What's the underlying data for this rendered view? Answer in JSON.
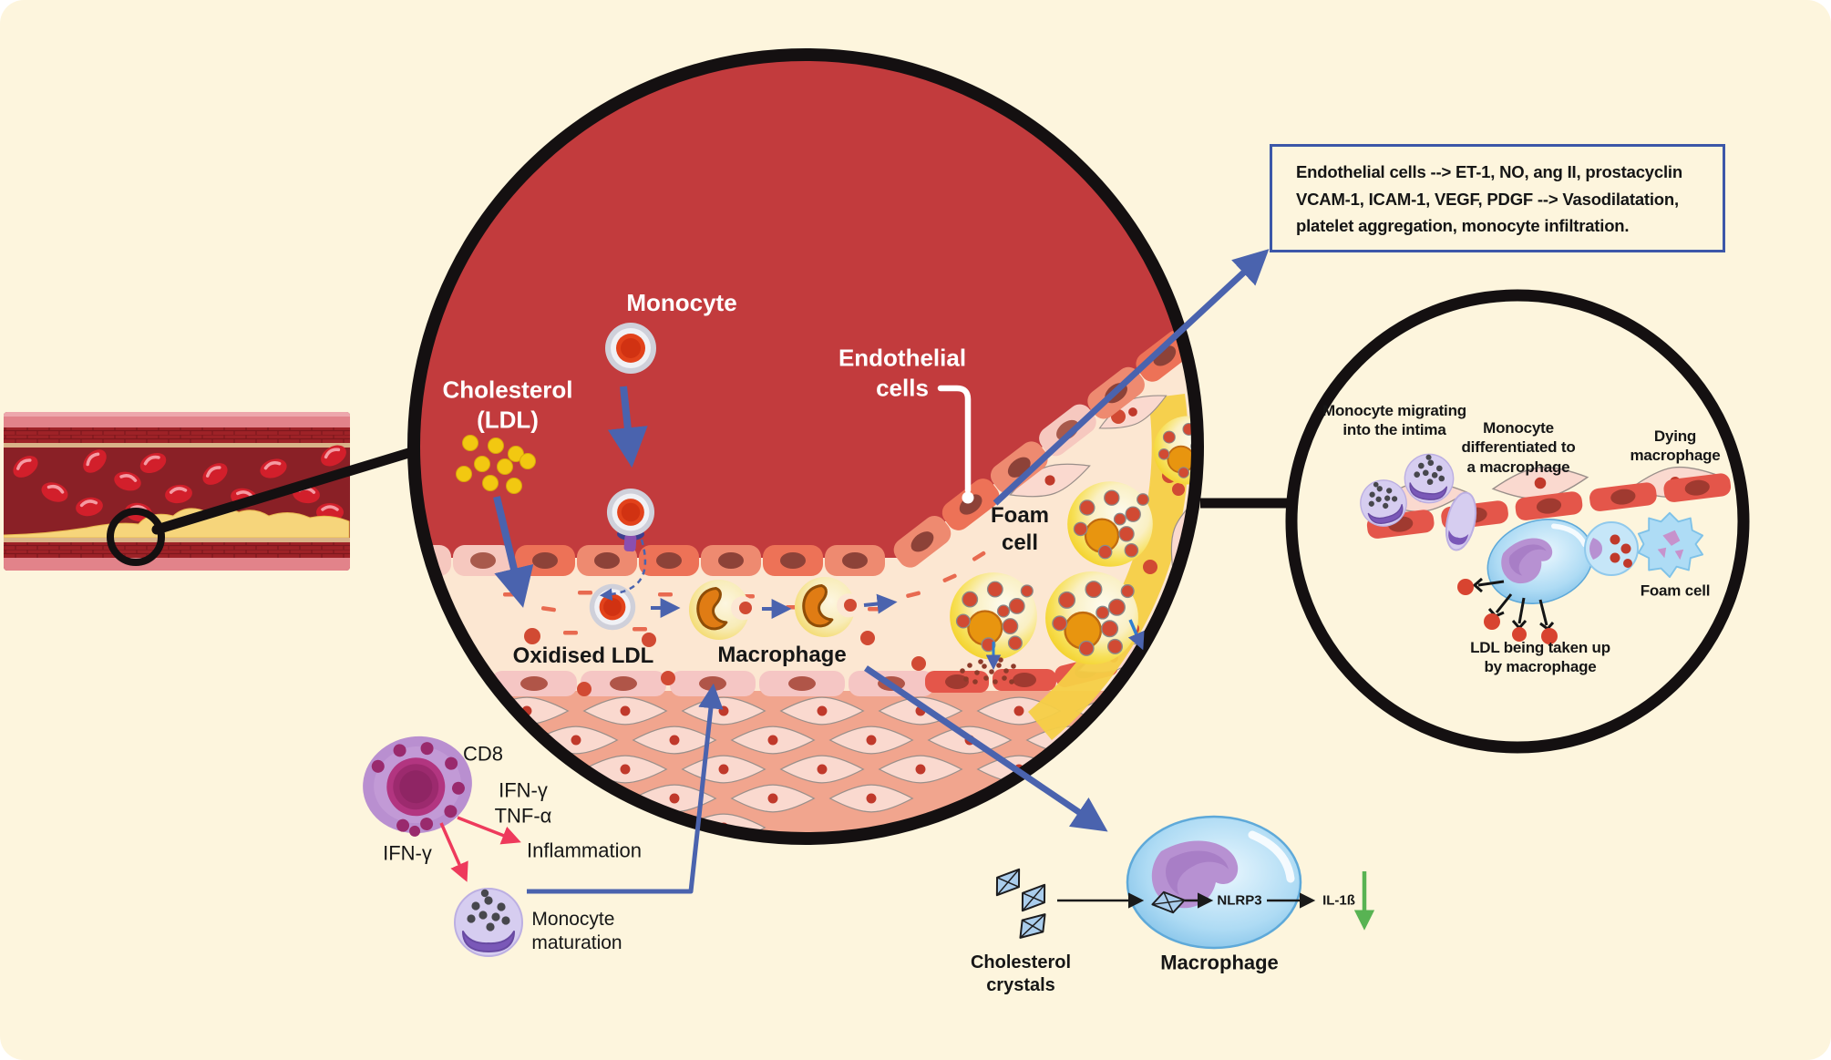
{
  "figure": {
    "title_hint": "Atherosclerosis pathogenesis diagram"
  },
  "info_box": {
    "text": "Endothelial cells --> ET-1, NO, ang II, prostacyclin\nVCAM-1, ICAM-1, VEGF, PDGF --> Vasodilatation,\nplatelet aggregation, monocyte infiltration."
  },
  "main_circle": {
    "labels": {
      "monocyte": "Monocyte",
      "cholesterol_ldl": "Cholesterol\n(LDL)",
      "endothelial_cells": "Endothelial\ncells",
      "foam_cell": "Foam\ncell",
      "oxidised_ldl": "Oxidised LDL",
      "macrophage": "Macrophage"
    }
  },
  "right_circle": {
    "labels": {
      "monocyte_migrating": "Monocyte migrating\ninto the intima",
      "monocyte_differentiated": "Monocyte\ndifferentiated to\na macrophage",
      "dying_macrophage": "Dying\nmacrophage",
      "foam_cell": "Foam cell",
      "ldl_taken_up": "LDL being taken up\nby macrophage"
    }
  },
  "cd8_pathway": {
    "labels": {
      "cd8": "CD8",
      "ifng_tnfa": "IFN-γ\nTNF-α",
      "ifng": "IFN-γ",
      "inflammation": "Inflammation",
      "monocyte_maturation": "Monocyte\nmaturation"
    }
  },
  "inflammasome_pathway": {
    "labels": {
      "cholesterol_crystals": "Cholesterol\ncrystals",
      "macrophage": "Macrophage",
      "nlrp3": "NLRP3",
      "il1b": "IL-1ß"
    }
  },
  "colors": {
    "background": "#fdf5dd",
    "lumen_red": "#c23b3d",
    "intima_cream": "#fce7d2",
    "media_salmon": "#f1a58e",
    "arrow_blue": "#4a63ae",
    "arrow_red": "#ee3a5c",
    "arrow_green": "#58b353",
    "box_border": "#3c57a8",
    "ldl_yellow": "#f2c811",
    "oxldl_red": "#d14a33",
    "foam_yellow": "#f6d71e",
    "macrophage_blue": "#8ec9ee",
    "cell_purple": "#b98fd0"
  }
}
